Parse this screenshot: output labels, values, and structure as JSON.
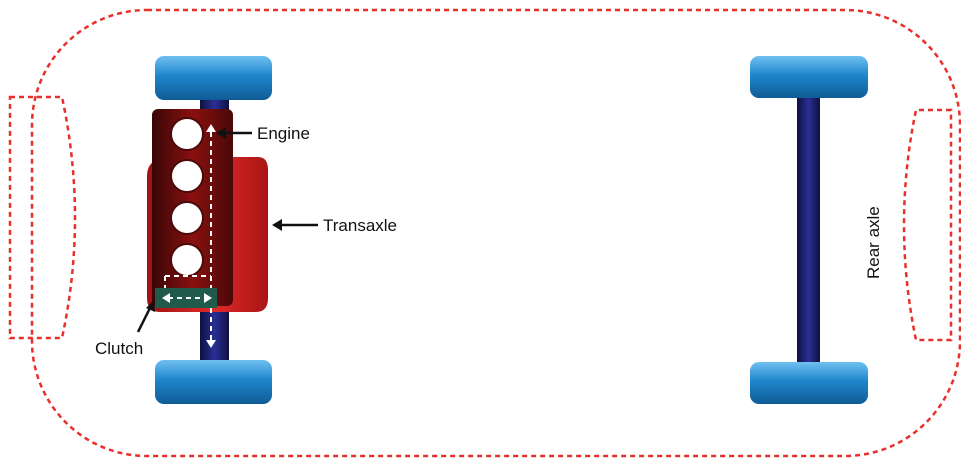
{
  "labels": {
    "engine": "Engine",
    "transaxle": "Transaxle",
    "clutch": "Clutch",
    "rear_axle": "Rear axle"
  },
  "colors": {
    "outline": "#e8302a",
    "wheel": "#1c7fc4",
    "wheel_light": "#5bb3ea",
    "axle": "#1c1f6e",
    "engine_block": "#7a0d0d",
    "transaxle_body": "#d42020",
    "clutch": "#1f5a4a"
  }
}
